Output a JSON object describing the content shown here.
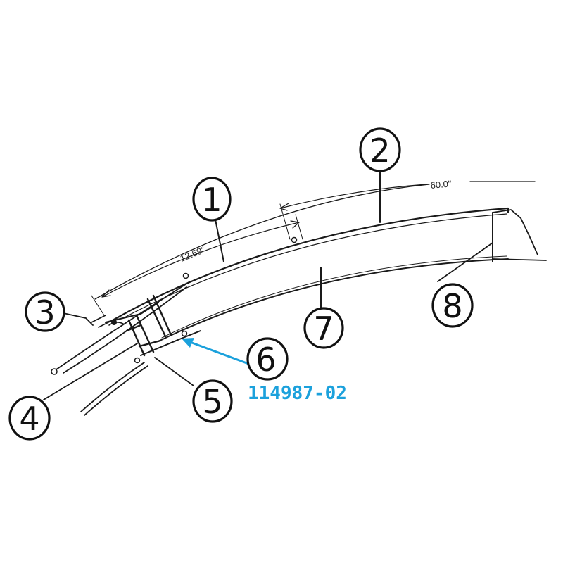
{
  "callouts": [
    {
      "id": "1",
      "label": "1"
    },
    {
      "id": "2",
      "label": "2"
    },
    {
      "id": "3",
      "label": "3"
    },
    {
      "id": "4",
      "label": "4"
    },
    {
      "id": "5",
      "label": "5"
    },
    {
      "id": "6",
      "label": "6"
    },
    {
      "id": "7",
      "label": "7"
    },
    {
      "id": "8",
      "label": "8"
    }
  ],
  "dimensions": {
    "short": "12.69\"",
    "long": "60.0\""
  },
  "part_number": "114987-02",
  "colors": {
    "highlight": "#1ba1dc",
    "line": "#1a1a1a"
  }
}
